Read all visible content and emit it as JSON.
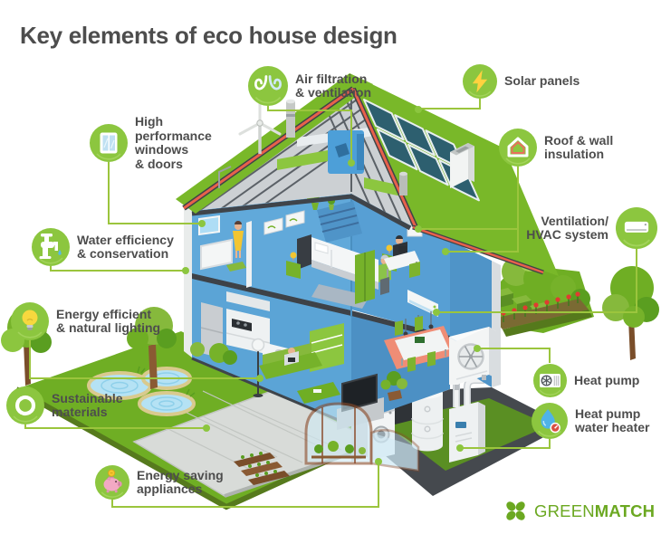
{
  "title": "Key elements of eco house design",
  "colors": {
    "accent_green": "#8cc63f",
    "connector_green": "#9bc53d",
    "roof_green": "#79b829",
    "grass_green": "#6fae24",
    "wall_blue": "#5ba4d6",
    "insulation_red": "#e8604c",
    "solar_panel_blue": "#2d5f6f",
    "text_gray": "#4d4d4d",
    "logo_green": "#6ba821"
  },
  "labels": [
    {
      "id": "air-filtration",
      "icon": "air-swirl-icon",
      "lines": [
        "Air filtration",
        "& ventilation"
      ]
    },
    {
      "id": "solar-panels",
      "icon": "lightning-icon",
      "lines": [
        "Solar panels"
      ]
    },
    {
      "id": "high-performance-windows",
      "icon": "window-icon",
      "lines": [
        "High",
        "performance",
        "windows",
        "& doors"
      ]
    },
    {
      "id": "water-efficiency",
      "icon": "faucet-icon",
      "lines": [
        "Water efficiency",
        "& conservation"
      ]
    },
    {
      "id": "roof-wall-insulation",
      "icon": "insulated-house-icon",
      "lines": [
        "Roof & wall",
        "insulation"
      ]
    },
    {
      "id": "ventilation-hvac",
      "icon": "ac-unit-icon",
      "lines": [
        "Ventilation/",
        "HVAC system"
      ]
    },
    {
      "id": "energy-efficient-lighting",
      "icon": "light-bulb-icon",
      "lines": [
        "Energy efficient",
        "& natural lighting"
      ]
    },
    {
      "id": "heat-pump",
      "icon": "heat-pump-icon",
      "lines": [
        "Heat pump"
      ]
    },
    {
      "id": "sustainable-materials",
      "icon": "recycle-leaf-icon",
      "lines": [
        "Sustainable",
        "materials"
      ]
    },
    {
      "id": "heat-pump-water-heater",
      "icon": "water-drop-gauge-icon",
      "lines": [
        "Heat pump",
        "water heater"
      ]
    },
    {
      "id": "energy-saving-appliances",
      "icon": "piggy-bank-icon",
      "lines": [
        "Energy saving",
        "appliances"
      ]
    }
  ],
  "logo": {
    "brand_light": "GREEN",
    "brand_bold": "MATCH",
    "icon": "clover-icon"
  }
}
